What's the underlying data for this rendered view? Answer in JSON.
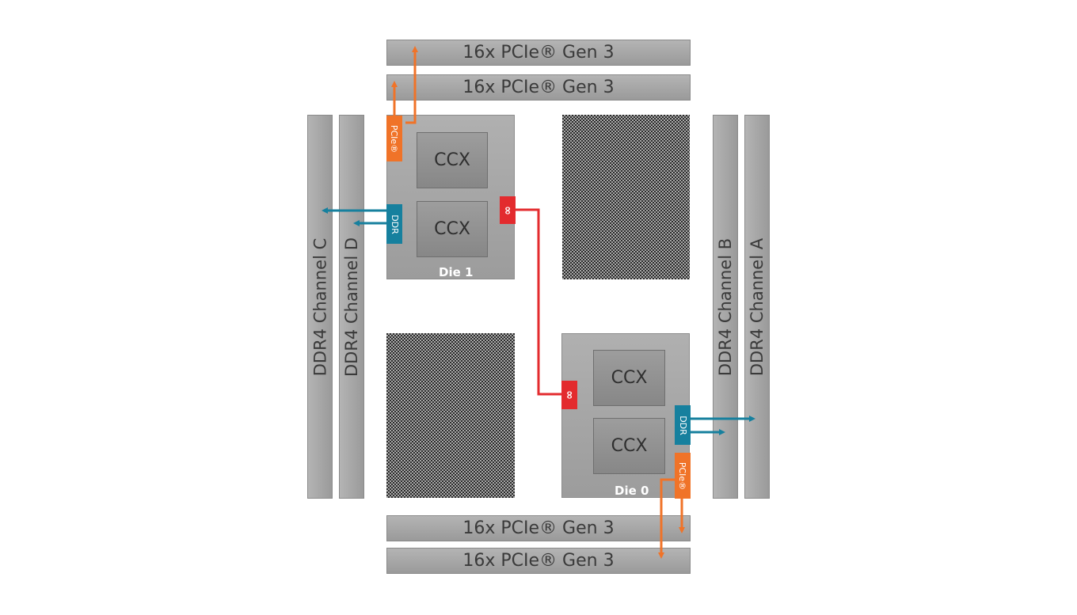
{
  "pcie_bars": {
    "top1": "16x PCIe® Gen 3",
    "top2": "16x PCIe® Gen 3",
    "bottom1": "16x PCIe® Gen 3",
    "bottom2": "16x PCIe® Gen 3"
  },
  "ddr_channels": {
    "c": "DDR4 Channel C",
    "d": "DDR4 Channel D",
    "b": "DDR4 Channel B",
    "a": "DDR4 Channel A"
  },
  "die1": {
    "label": "Die 1",
    "ccx_top": "CCX",
    "ccx_bottom": "CCX",
    "pcie_tag": "PCIe®",
    "ddr_tag": "DDR",
    "infinity_tag": "∞"
  },
  "die0": {
    "label": "Die 0",
    "ccx_top": "CCX",
    "ccx_bottom": "CCX",
    "pcie_tag": "PCIe®",
    "ddr_tag": "DDR",
    "infinity_tag": "∞"
  },
  "colors": {
    "pcie": "#f07328",
    "ddr": "#16809e",
    "infinity": "#e32b2e",
    "bar": "#a6a6a6"
  }
}
